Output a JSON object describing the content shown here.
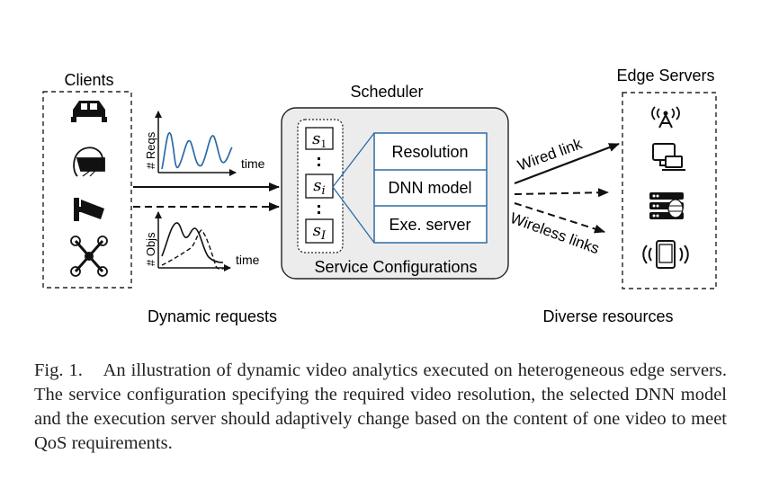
{
  "diagram": {
    "clients_title": "Clients",
    "scheduler_title": "Scheduler",
    "edge_title": "Edge Servers",
    "chart_top": {
      "ylabel": "# Reqs",
      "xlabel": "time"
    },
    "chart_bottom": {
      "ylabel": "# Objs",
      "xlabel": "time"
    },
    "configs": [
      {
        "letter": "s",
        "sub": "1"
      },
      {
        "letter": "s",
        "sub": "i"
      },
      {
        "letter": "s",
        "sub": "I"
      }
    ],
    "config_options": [
      "Resolution",
      "DNN model",
      "Exe. server"
    ],
    "service_label": "Service Configurations",
    "wired_label": "Wired link",
    "wireless_label": "Wireless links",
    "left_caption": "Dynamic requests",
    "right_caption": "Diverse resources",
    "client_icons": [
      "car-icon",
      "vr-headset-icon",
      "surveillance-camera-icon",
      "drone-icon"
    ],
    "server_icons": [
      "wireless-antenna-icon",
      "desktop-laptop-icon",
      "server-rack-icon",
      "tablet-icon"
    ]
  },
  "caption": {
    "label": "Fig. 1.",
    "text": "An illustration of dynamic video analytics executed on heterogeneous edge servers. The service configuration specifying the required video resolution, the selected DNN model and the execution server should adaptively change based on the content of one video to meet QoS requirements."
  },
  "colors": {
    "accent": "#2e6aa8",
    "ink": "#111111",
    "panel": "#ececec"
  }
}
